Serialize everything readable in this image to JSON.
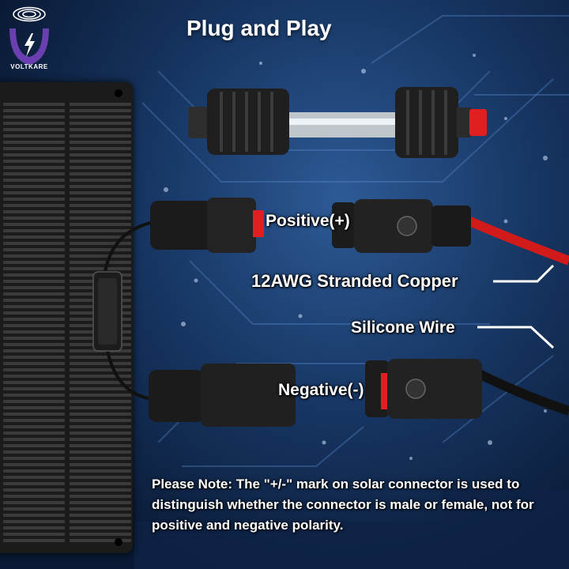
{
  "brand": {
    "name": "VOLTKARE"
  },
  "title": "Plug and Play",
  "labels": {
    "positive": "Positive(+)",
    "negative": "Negative(-)",
    "wire_gauge": "12AWG Stranded Copper",
    "wire_type": "Silicone Wire"
  },
  "note": "Please Note: The \"+/-\" mark on solar connector is used to distinguish whether the connector is male or female, not for positive and negative polarity.",
  "colors": {
    "accent_red": "#e02020",
    "logo_purple": "#6a3fb0",
    "background_blue": "#1f4a86"
  },
  "icons": [
    "logo-shield-bolt-icon"
  ]
}
